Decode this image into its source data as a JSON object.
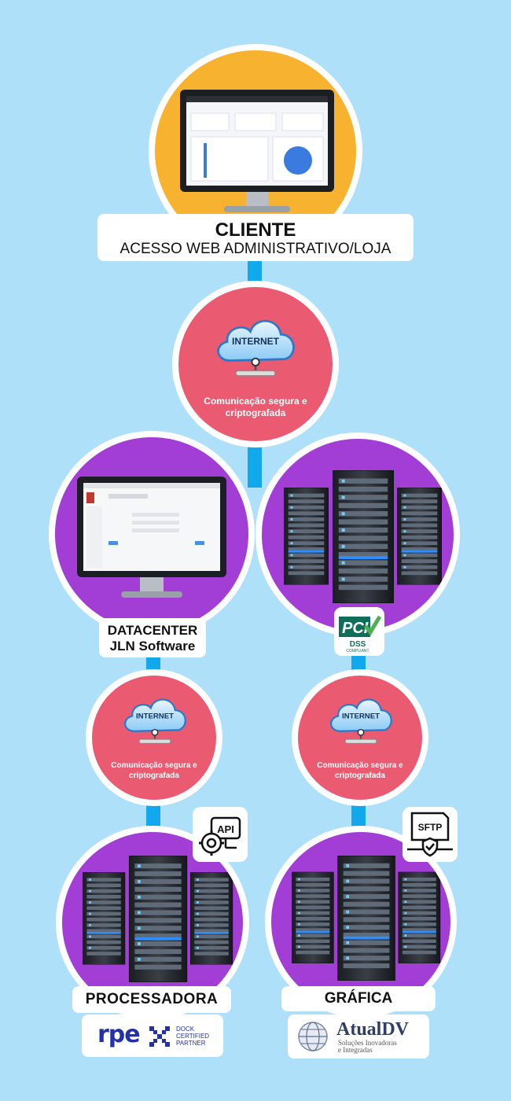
{
  "client": {
    "title": "CLIENTE",
    "subtitle": "ACESSO WEB ADMINISTRATIVO/LOJA"
  },
  "internet": {
    "word": "INTERNET",
    "caption_line1": "Comunicação segura e",
    "caption_line2": "criptografada"
  },
  "datacenter": {
    "line1": "DATACENTER",
    "line2": "JLN Software"
  },
  "pci_badge": {
    "text": "PCI",
    "sub": "DSS",
    "small": "COMPLIANT"
  },
  "api_badge": {
    "text": "API"
  },
  "sftp_badge": {
    "text": "SFTP"
  },
  "processadora": {
    "label": "PROCESSADORA",
    "logo_text": "rpe",
    "partner_line1": "DOCK",
    "partner_line2": "CERTIFIED",
    "partner_line3": "PARTNER"
  },
  "grafica": {
    "label": "GRÁFICA",
    "logo_name": "AtualDV",
    "logo_tag1": "Soluções Inovadoras",
    "logo_tag2": "e Integradas"
  },
  "colors": {
    "background": "#aee1f9",
    "connector": "#12a8ec",
    "orange": "#f7b32f",
    "pink": "#ea5a70",
    "purple": "#a23dd6"
  }
}
